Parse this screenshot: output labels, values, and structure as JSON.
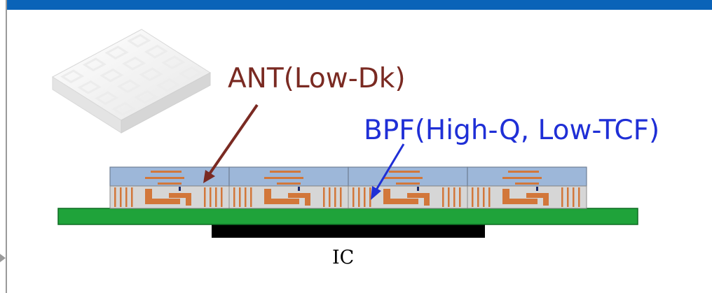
{
  "labels": {
    "antenna": "ANT(Low-Dk)",
    "filter": "BPF(High-Q, Low-TCF)",
    "chip": "IC"
  },
  "colors": {
    "header": "#0a63b8",
    "antenna_label": "#7a2a22",
    "filter_label": "#1f2fd6",
    "pcb": "#1fa33a",
    "ic": "#000000",
    "module_top": "#9db7d9",
    "module_bottom": "#d6d6d6",
    "wiring": "#d2773a"
  },
  "module_count": 4
}
